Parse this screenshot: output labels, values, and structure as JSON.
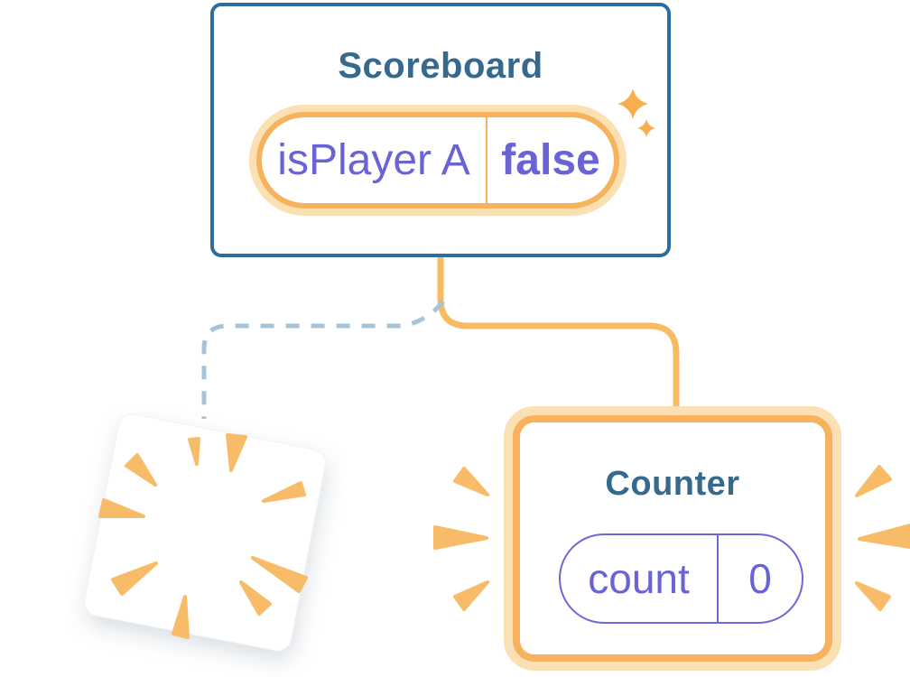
{
  "scoreboard": {
    "title": "Scoreboard",
    "state": {
      "key": "isPlayer A",
      "value": "false"
    }
  },
  "counter": {
    "title": "Counter",
    "state": {
      "key": "count",
      "value": "0"
    }
  },
  "colors": {
    "card_border_blue": "#2E6D9B",
    "title_blue": "#35698E",
    "state_purple": "#6963D6",
    "pill_ring_orange": "#F6B25C",
    "pill_halo_orange": "#FBE0B4",
    "connector_orange": "#F8BA62",
    "dashed_removed_blue": "#A5C4D8",
    "burst_orange": "#F8BC68",
    "sparkle_orange": "#F8AE4E"
  }
}
